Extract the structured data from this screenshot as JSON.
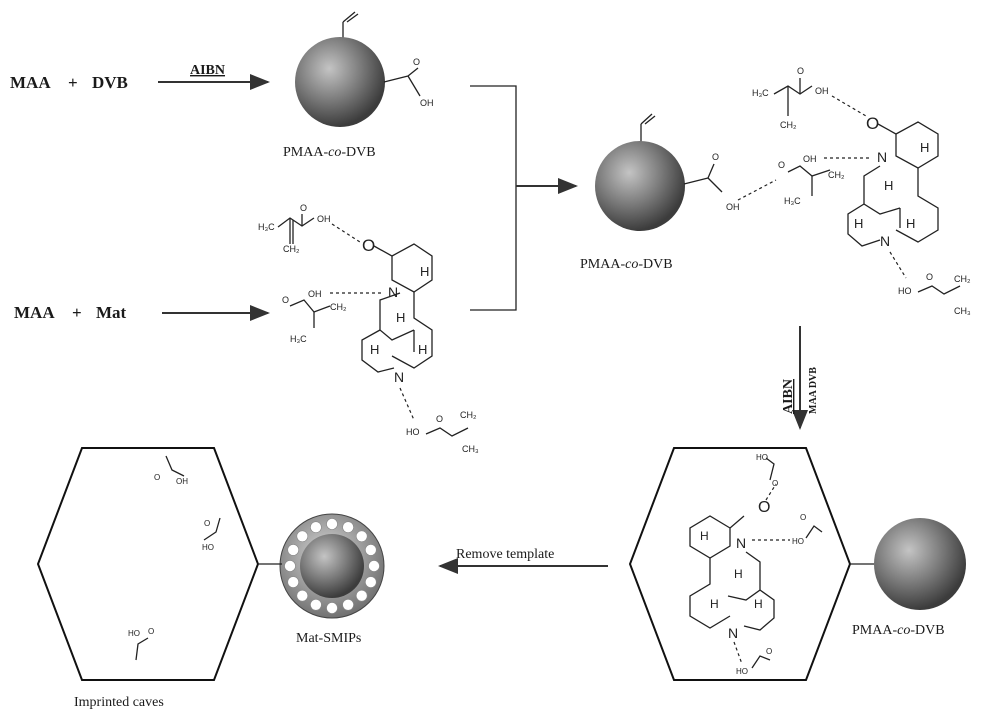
{
  "reactants_top": {
    "left": "MAA",
    "plus": "+",
    "right": "DVB"
  },
  "reactants_bottom": {
    "left": "MAA",
    "plus": "+",
    "right": "Mat"
  },
  "labels": {
    "initiator_top": "AIBN",
    "initiator_side_main": "AIBN",
    "initiator_side_sub": "MAA  DVB",
    "polymer_prefix": "PMAA-",
    "polymer_co": "co",
    "polymer_suffix": "-DVB",
    "remove_template": "Remove template",
    "product": "Mat-SMIPs",
    "caves": "Imprinted caves"
  },
  "chem": {
    "H": "H",
    "N": "N",
    "O": "O",
    "OH": "OH",
    "HO": "HO",
    "H3C": "H₃C",
    "CH2": "CH₂",
    "CH3": "CH₃",
    "H2C": "H₂C"
  },
  "colors": {
    "sphere_light": "#b8b8b8",
    "sphere_dark": "#4a4a4a",
    "line": "#222222",
    "arrow": "#333333"
  }
}
